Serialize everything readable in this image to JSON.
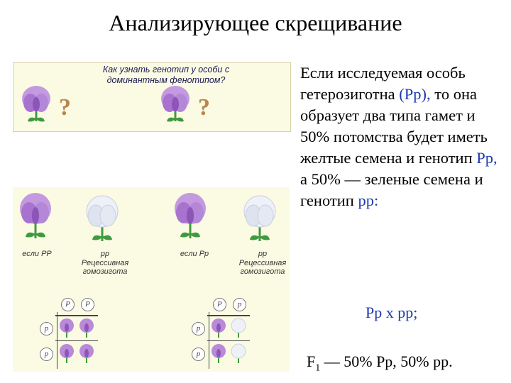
{
  "title": "Анализирующее скрещивание",
  "image": {
    "question": "Как узнать генотип у особи с доминантным фенотипом?",
    "question_mark": "?",
    "cases": [
      {
        "if_label": "если PP",
        "genotype": "pp",
        "description": "Рецессивная гомозигота"
      },
      {
        "if_label": "если Pp",
        "genotype": "pp",
        "description": "Рецессивная гомозигота"
      }
    ],
    "gametes_left_top": [
      "P",
      "P"
    ],
    "gametes_left_side": [
      "p",
      "p"
    ],
    "gametes_right_top": [
      "P",
      "p"
    ],
    "gametes_right_side": [
      "p",
      "p"
    ],
    "colors": {
      "purple_flower": "#b98ad8",
      "white_flower": "#e6ecf6",
      "leaf": "#3f9a3f",
      "question_mark": "#b9864a"
    }
  },
  "text": {
    "p1": "Если исследуемая особь гетерозиготна ",
    "p1_genotype": "(Pp),",
    "p2": " то она образует два типа гамет и 50% потомства будет иметь желтые семена и генотип ",
    "p2_genotype": "Pp,",
    "p3": " а 50% — зеленые семена и генотип ",
    "p3_genotype": "pp:",
    "cross": "Pp x pp;",
    "f1_label": "F",
    "f1_sub": "1",
    "f1_text": " — 50% Pp, 50% pp."
  }
}
